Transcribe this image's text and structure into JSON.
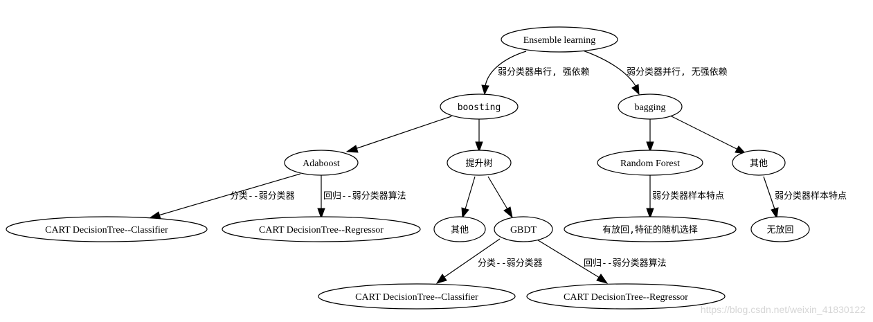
{
  "nodes": {
    "ensemble": "Ensemble learning",
    "boosting": "boosting",
    "bagging": "bagging",
    "adaboost": "Adaboost",
    "tishengshu": "提升树",
    "random_forest": "Random Forest",
    "qita_bagging": "其他",
    "cart_classifier_ada": "CART DecisionTree--Classifier",
    "cart_regressor_ada": "CART DecisionTree--Regressor",
    "qita_tree": "其他",
    "gbdt": "GBDT",
    "rf_leaf": "有放回,特征的随机选择",
    "wufanghui": "无放回",
    "cart_classifier_gbdt": "CART DecisionTree--Classifier",
    "cart_regressor_gbdt": "CART DecisionTree--Regressor"
  },
  "edge_labels": {
    "ensemble_boosting": "弱分类器串行, 强依赖",
    "ensemble_bagging": "弱分类器并行, 无强依赖",
    "adaboost_classifier": "分类--弱分类器",
    "adaboost_regressor": "回归--弱分类器算法",
    "rf_leaf": "弱分类器样本特点",
    "qita_leaf": "弱分类器样本特点",
    "gbdt_classifier": "分类--弱分类器",
    "gbdt_regressor": "回归--弱分类器算法"
  },
  "watermark": "https://blog.csdn.net/weixin_41830122"
}
